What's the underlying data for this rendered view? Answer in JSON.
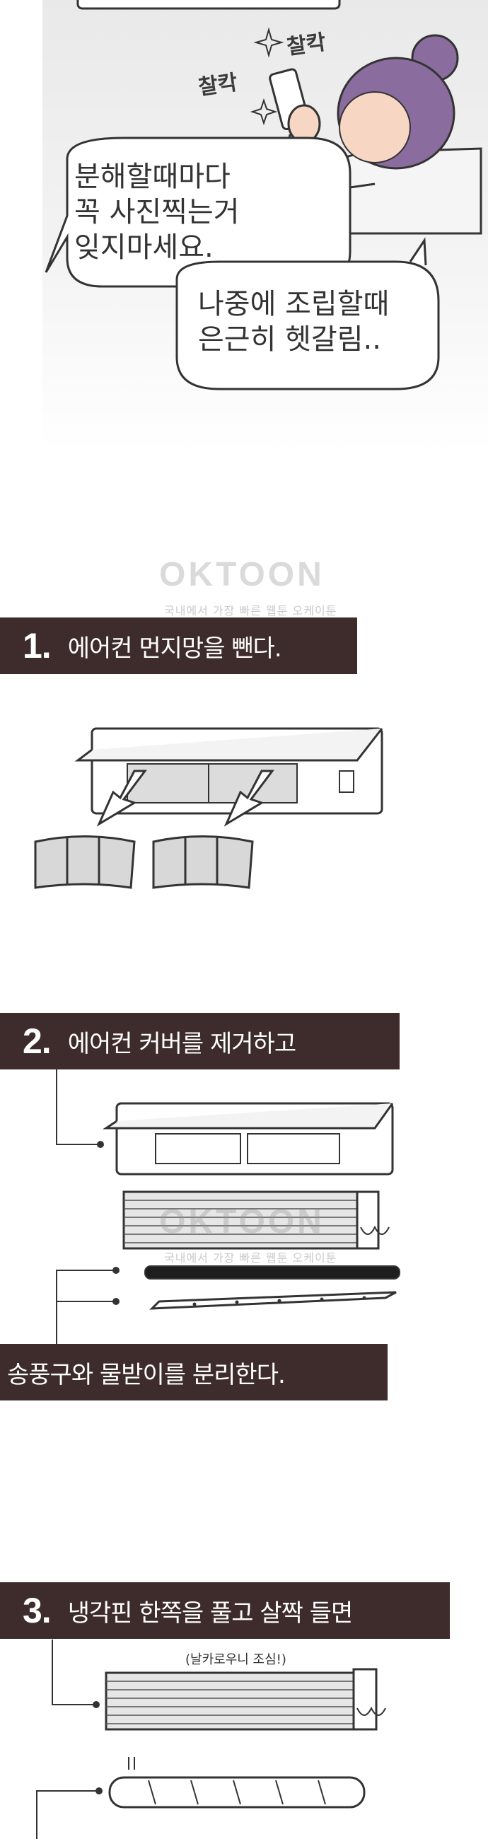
{
  "scene": {
    "sound_effect_1": "찰칵",
    "sound_effect_2": "찰칵",
    "speech_bubble_1": "분해할때마다\n꼭 사진찍는거\n잊지마세요.",
    "speech_bubble_2": "나중에 조립할때\n은근히 헷갈림.."
  },
  "watermark": {
    "brand": "OKTOON",
    "tagline": "국내에서 가장 빠른 웹툰 오케이툰"
  },
  "steps": [
    {
      "number": "1.",
      "text": "에어컨 먼지망을 뺀다."
    },
    {
      "number": "2.",
      "text": "에어컨 커버를 제거하고",
      "subtext": "송풍구와 물받이를 분리한다."
    },
    {
      "number": "3.",
      "text": "냉각핀 한쪽을 풀고 살짝 들면",
      "note": "(날카로우니 조심!)"
    }
  ],
  "colors": {
    "banner": "#3e2b2b",
    "hair": "#8a6d9e",
    "skin": "#f7d7c4"
  }
}
